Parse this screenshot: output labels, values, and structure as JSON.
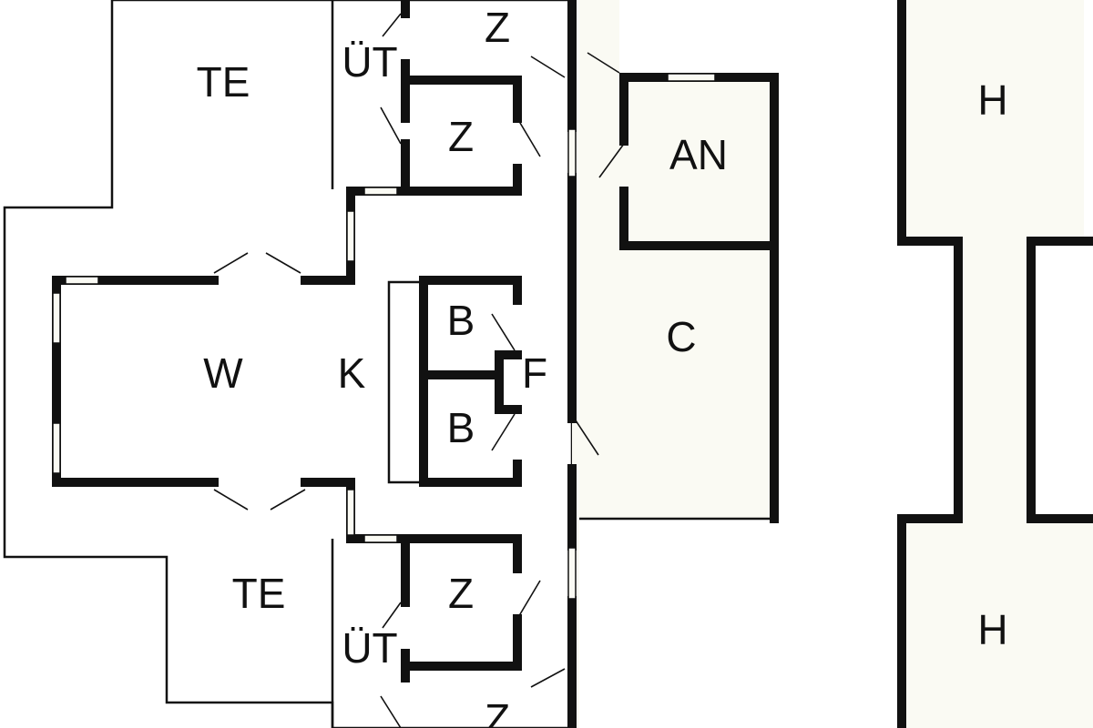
{
  "title": "Floor plan",
  "colors": {
    "floor": "#fafaf3",
    "wall": "#111111",
    "outside": "#ffffff"
  },
  "rooms": {
    "te_top": "TE",
    "ut_top": "ÜT",
    "z_top1": "Z",
    "z_top2": "Z",
    "an": "AN",
    "w": "W",
    "k": "K",
    "b1": "B",
    "f": "F",
    "b2": "B",
    "c": "C",
    "te_bottom": "TE",
    "z_bottom1": "Z",
    "ut_bottom": "ÜT",
    "z_bottom2": "Z",
    "h_top": "H",
    "h_bottom": "H"
  }
}
